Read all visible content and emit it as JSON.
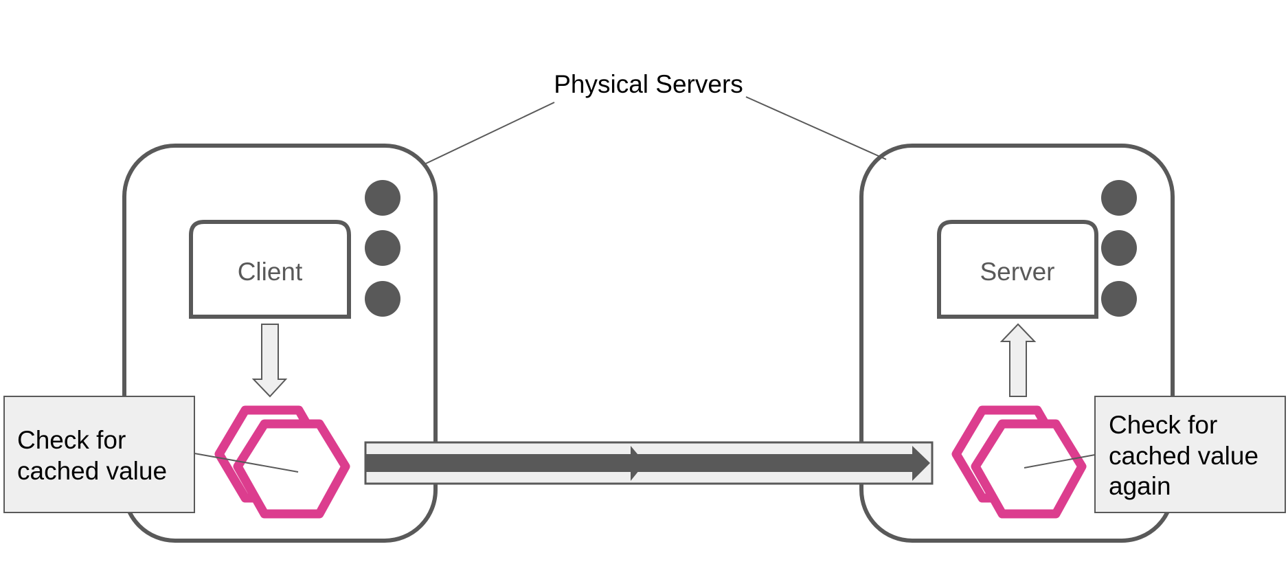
{
  "title": "Physical Servers",
  "client": {
    "label": "Client"
  },
  "server": {
    "label": "Server"
  },
  "callouts": {
    "left": {
      "lines": [
        "Check for",
        "cached value"
      ]
    },
    "right": {
      "lines": [
        "Check for",
        "cached value",
        "again"
      ]
    }
  },
  "colors": {
    "outline": "#595959",
    "cache_icon": "#dc3d8e",
    "callout_fill": "#efefef",
    "arrow_fill": "#efefef"
  },
  "icons": {
    "cache": "hexagon-stack-icon",
    "leds": "status-led-icon"
  }
}
